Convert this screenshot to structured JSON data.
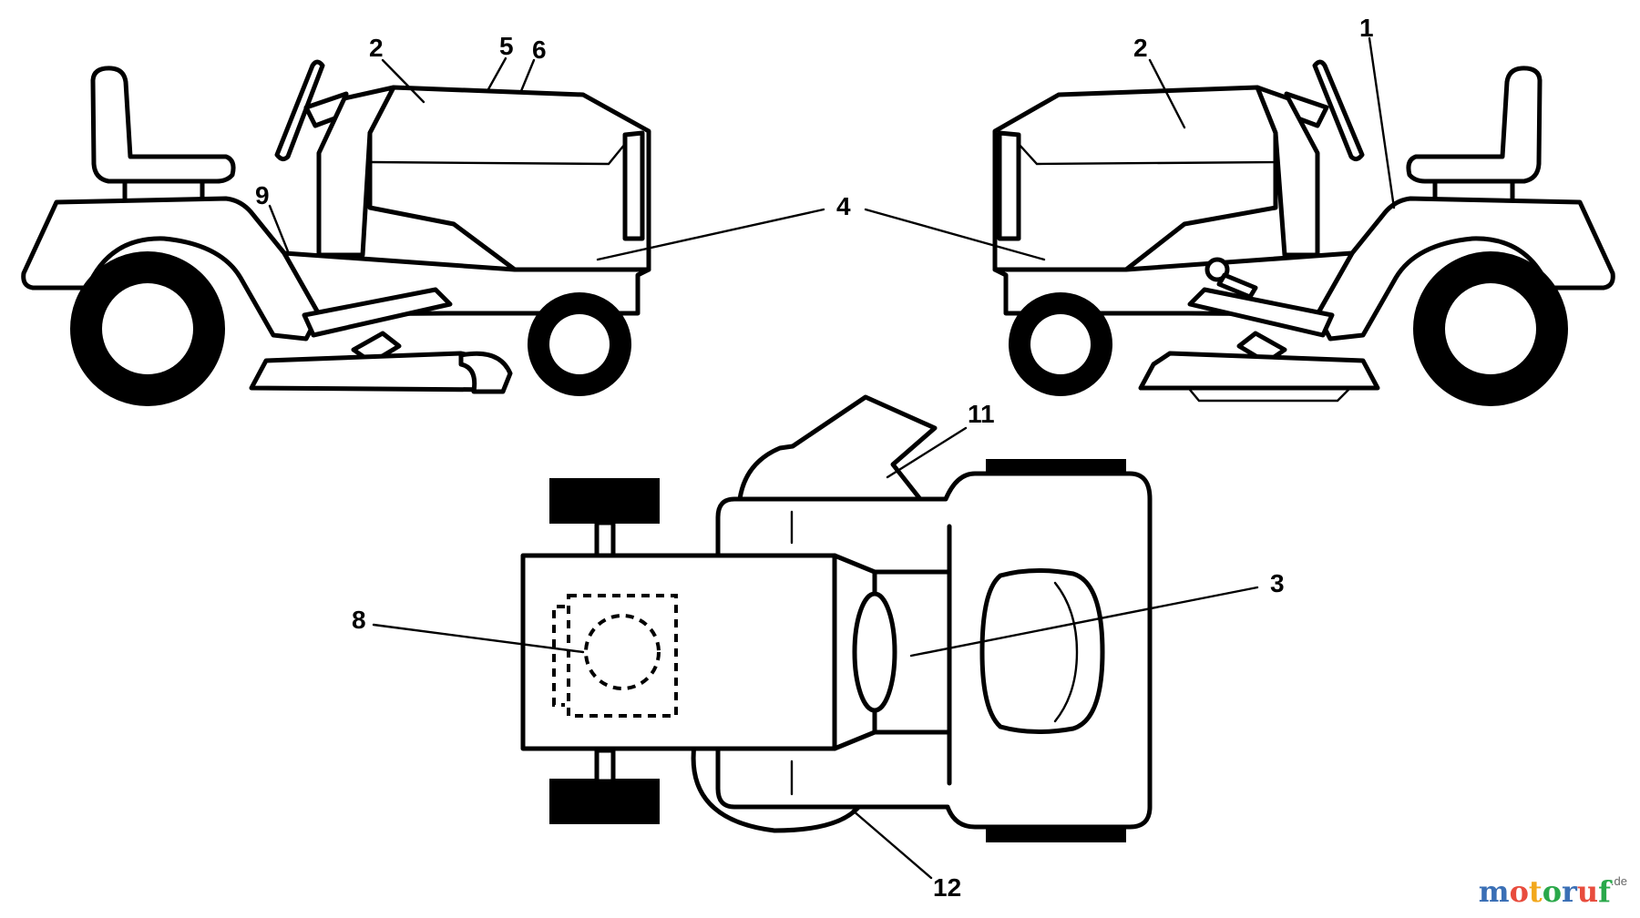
{
  "callouts": {
    "c1": "1",
    "c2_left": "2",
    "c2_right": "2",
    "c3": "3",
    "c4": "4",
    "c5": "5",
    "c6": "6",
    "c8": "8",
    "c9": "9",
    "c11": "11",
    "c12": "12"
  },
  "watermark": {
    "brand_letters": [
      "m",
      "o",
      "t",
      "o",
      "r",
      "u",
      "f"
    ],
    "brand_colors": [
      "#3a6fb5",
      "#e84c3d",
      "#f2a81d",
      "#2aa84a",
      "#3a6fb5",
      "#e84c3d",
      "#2aa84a"
    ],
    "tld": ".de"
  }
}
